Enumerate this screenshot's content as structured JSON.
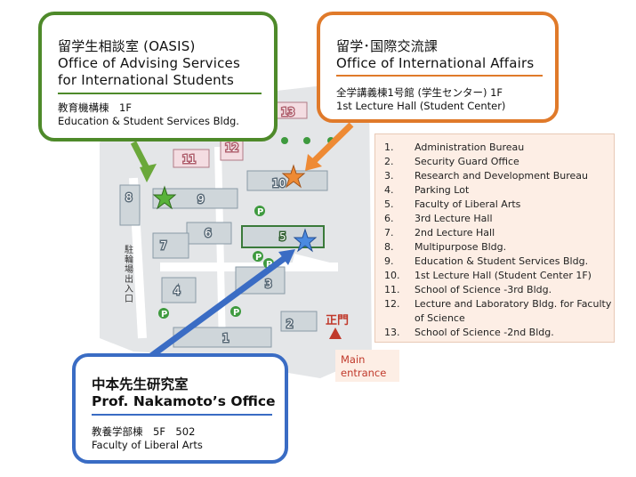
{
  "callouts": {
    "oasis": {
      "jp": "留学生相談室 (OASIS)",
      "en1": "Office of Advising Services",
      "en2": "for International Students",
      "bldg_jp": "教育機構棟　1F",
      "bldg_en": "Education & Student Services Bldg."
    },
    "oia": {
      "jp": "留学･国際交流課",
      "en": "Office of International Affairs",
      "bldg_jp": "全学講義棟1号館 (学生センター) 1F",
      "bldg_en": "1st Lecture Hall (Student Center)"
    },
    "nakamoto": {
      "jp": "中本先生研究室",
      "en": "Prof. Nakamoto’s Office",
      "bldg_jp": "教養学部棟　5F　502",
      "bldg_en": "Faculty of Liberal Arts"
    }
  },
  "legend": [
    {
      "num": "1.",
      "label": "Administration Bureau"
    },
    {
      "num": "2.",
      "label": "Security Guard Office"
    },
    {
      "num": "3.",
      "label": "Research and Development Bureau"
    },
    {
      "num": "4.",
      "label": "Parking Lot"
    },
    {
      "num": "5.",
      "label": "Faculty of Liberal Arts"
    },
    {
      "num": "6.",
      "label": "3rd Lecture Hall"
    },
    {
      "num": "7.",
      "label": "2nd Lecture Hall"
    },
    {
      "num": "8.",
      "label": "Multipurpose Bldg."
    },
    {
      "num": "9.",
      "label": "Education & Student Services Bldg."
    },
    {
      "num": "10.",
      "label": "1st Lecture Hall (Student Center 1F)"
    },
    {
      "num": "11.",
      "label": "School of Science -3rd Bldg."
    },
    {
      "num": "12.",
      "label": "Lecture and Laboratory Bldg. for Faculty"
    },
    {
      "num": "",
      "label": "of Science"
    },
    {
      "num": "13.",
      "label": "School of Science -2nd Bldg."
    }
  ],
  "map": {
    "numbers": [
      "1",
      "2",
      "3",
      "4",
      "5",
      "6",
      "7",
      "8",
      "9",
      "10",
      "11",
      "12",
      "13"
    ],
    "parking_symbol": "P",
    "bike_parking": "駐輪場出入口",
    "main_gate_jp": "正門",
    "main_entrance": "Main entrance"
  },
  "colors": {
    "oasis": "#4e8a2a",
    "oia": "#e07a2a",
    "nakamoto": "#3a6cc4",
    "building": "#cfd6da",
    "campus": "#e6e8ea",
    "accent": "#c0392b"
  }
}
